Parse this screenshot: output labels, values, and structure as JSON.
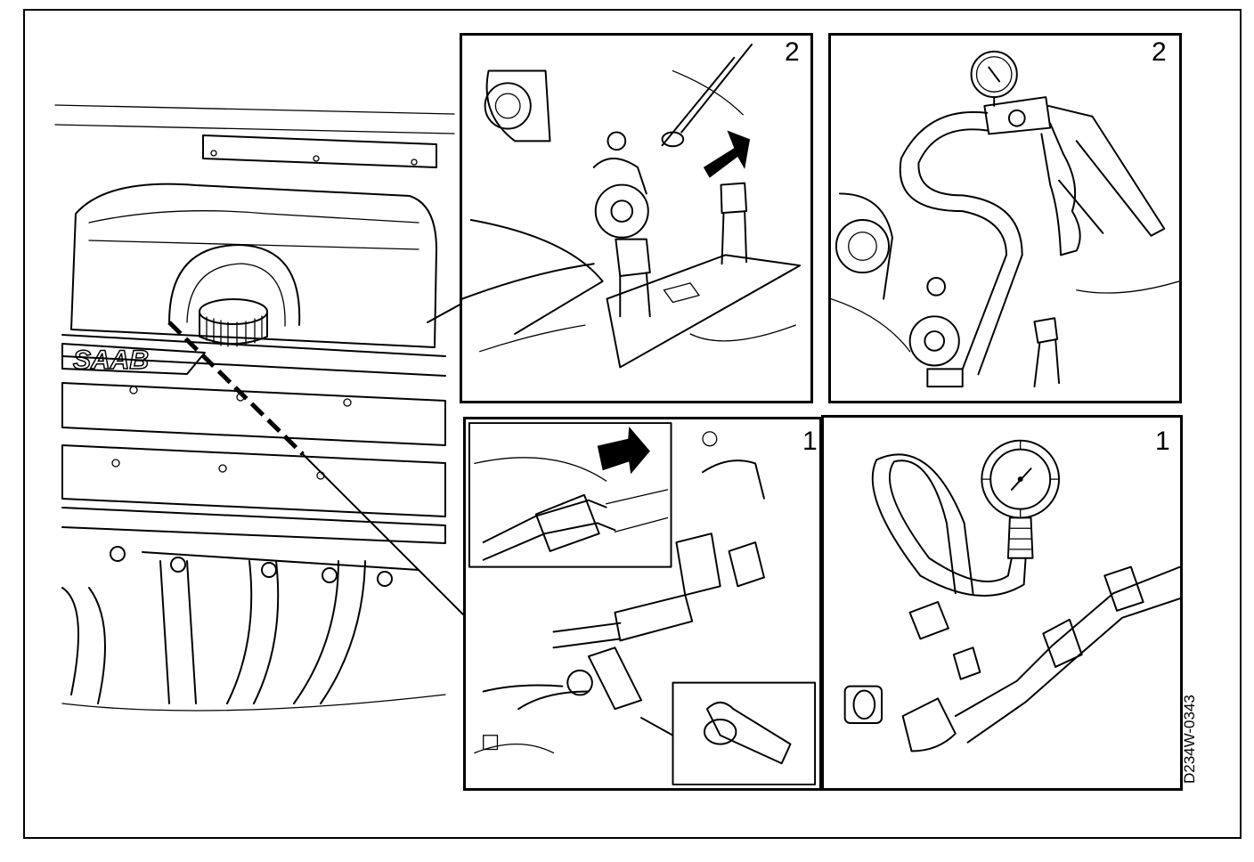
{
  "figure": {
    "reference_code": "D234W-0343",
    "brand_lettering": "SAAB"
  },
  "panels": {
    "top_left_step": "2",
    "top_right_step": "2",
    "bottom_left_step": "1",
    "bottom_right_step": "1"
  }
}
